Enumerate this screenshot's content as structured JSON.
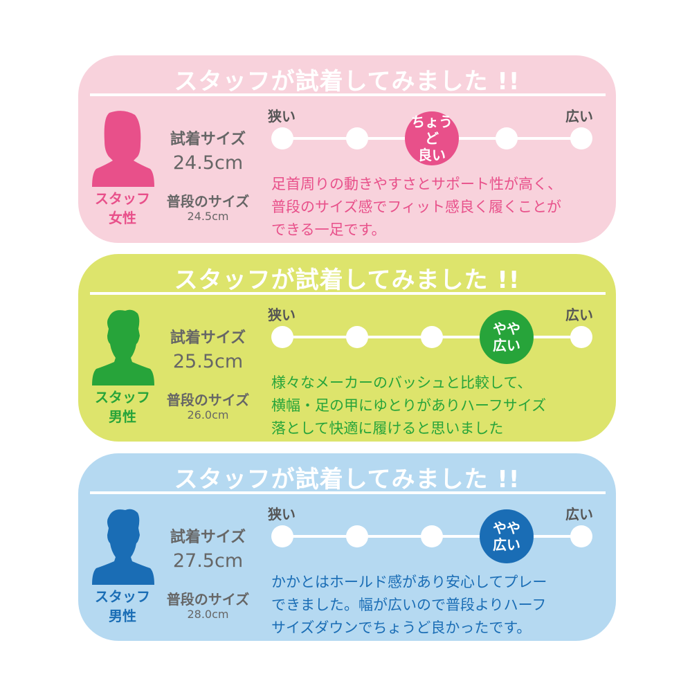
{
  "cards": [
    {
      "title": "スタッフが試着してみました !!",
      "staff_label": "スタッフ\n女性",
      "person_icon": "woman-silhouette-icon",
      "try_label": "試着サイズ",
      "try_size": "24.5cm",
      "usual_label": "普段のサイズ",
      "usual_size": "24.5cm",
      "scale_left": "狭い",
      "scale_right": "広い",
      "scale_steps": 5,
      "selected_index": 2,
      "selected_label": "ちょうど\n良い",
      "comment": "足首周りの動きやすさとサポート性が高く、\n普段のサイズ感でフィット感良く履くことが\nできる一足です。",
      "bg": "#f8d2dc",
      "accent": "#e8508a"
    },
    {
      "title": "スタッフが試着してみました !!",
      "staff_label": "スタッフ\n男性",
      "person_icon": "man-silhouette-icon",
      "try_label": "試着サイズ",
      "try_size": "25.5cm",
      "usual_label": "普段のサイズ",
      "usual_size": "26.0cm",
      "scale_left": "狭い",
      "scale_right": "広い",
      "scale_steps": 5,
      "selected_index": 3,
      "selected_label": "やや\n広い",
      "comment": "様々なメーカーのバッシュと比較して、\n横幅・足の甲にゆとりがありハーフサイズ\n落として快適に履けると思いました",
      "bg": "#dde46c",
      "accent": "#27a43a"
    },
    {
      "title": "スタッフが試着してみました !!",
      "staff_label": "スタッフ\n男性",
      "person_icon": "man-silhouette-icon",
      "try_label": "試着サイズ",
      "try_size": "27.5cm",
      "usual_label": "普段のサイズ",
      "usual_size": "28.0cm",
      "scale_left": "狭い",
      "scale_right": "広い",
      "scale_steps": 5,
      "selected_index": 3,
      "selected_label": "やや\n広い",
      "comment": "かかとはホールド感があり安心してプレー\nできました。幅が広いので普段よりハーフ\nサイズダウンでちょうど良かったです。",
      "bg": "#b5d9f1",
      "accent": "#1a6db5"
    }
  ]
}
